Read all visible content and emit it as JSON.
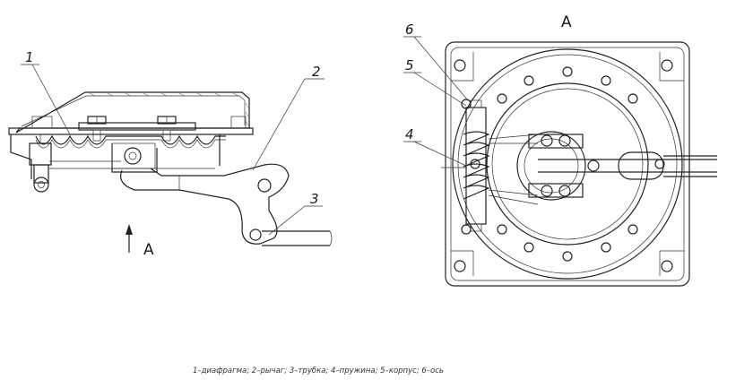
{
  "labels": {
    "left": [
      "1",
      "2",
      "3"
    ],
    "right": [
      "6",
      "5",
      "4"
    ]
  },
  "view_letter_top": "A",
  "view_letter_arrow": "A",
  "caption": "1–диафрагма; 2–рычаг; 3–трубка; 4–пружина; 5–корпус; 6–ось"
}
